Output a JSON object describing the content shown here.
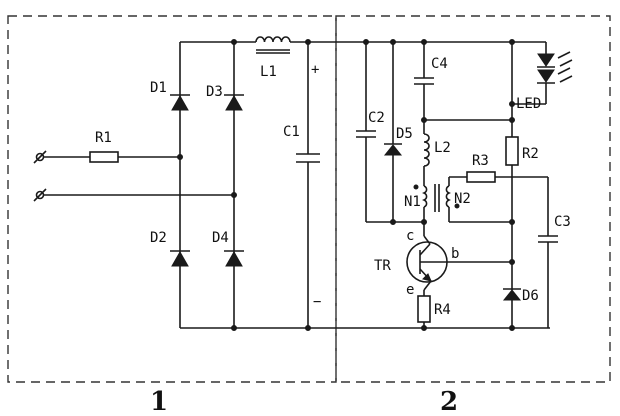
{
  "labels": {
    "D1": "D1",
    "D2": "D2",
    "D3": "D3",
    "D4": "D4",
    "R1": "R1",
    "L1": "L1",
    "C1": "C1",
    "plus": "+",
    "minus": "−",
    "C2": "C2",
    "D5": "D5",
    "C4": "C4",
    "L2": "L2",
    "R3": "R3",
    "N1": "N1",
    "N2": "N2",
    "R2": "R2",
    "C3": "C3",
    "LED": "LED",
    "TR": "TR",
    "c": "c",
    "b": "b",
    "e": "e",
    "R4": "R4",
    "D6": "D6",
    "section1": "1",
    "section2": "2"
  },
  "circuit": {
    "sections": 2,
    "components": [
      "D1",
      "D2",
      "D3",
      "D4",
      "R1",
      "L1",
      "C1",
      "C2",
      "C3",
      "C4",
      "D5",
      "D6",
      "L2",
      "N1",
      "N2",
      "R2",
      "R3",
      "R4",
      "TR",
      "LED"
    ]
  }
}
